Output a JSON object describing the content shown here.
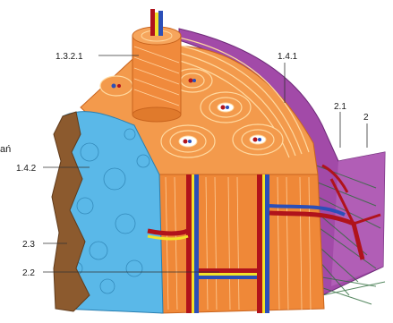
{
  "diagram": {
    "labels": {
      "osteon_canal": "1.3.2.1",
      "outer_lamellae": "1.4.1",
      "periosteum_vessels": "2.1",
      "periosteum": "2",
      "spongy_bone": "1.4.2",
      "marrow": "2.3",
      "volkmann_vessels": "2.2",
      "edge_text": "ań"
    },
    "colors": {
      "compact_bone": "#f08a3c",
      "lamella_line": "#ffd9a0",
      "periosteum": "#a24aa8",
      "spongy_bone": "#5ab8e8",
      "marrow": "#8c5a2e",
      "artery": "#b0131b",
      "vein": "#2b4fb8",
      "nerve": "#f2e22a",
      "fibers": "#2d6b3a"
    }
  }
}
